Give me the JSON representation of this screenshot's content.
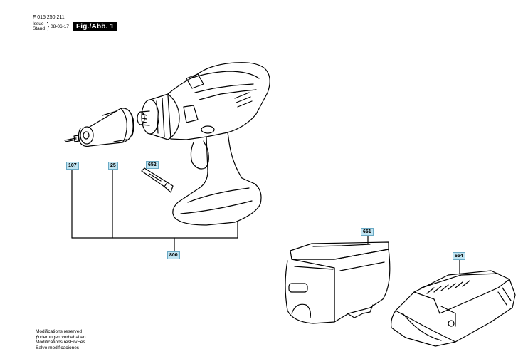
{
  "header": {
    "part_number": "F 015 250 211",
    "issue_label": "Issue",
    "stand_label": "Stand",
    "date": "08-06-17",
    "figure_label": "Fig./Abb. 1"
  },
  "callouts": {
    "screw": "107",
    "chuck": "25",
    "bit": "652",
    "assembly": "800",
    "battery": "651",
    "charger": "654"
  },
  "footer": {
    "lines": [
      "Modifications reserved",
      "ƒnderungen vorbehalten",
      "Modifications resErvEes",
      "Salvo modificaciones"
    ]
  }
}
